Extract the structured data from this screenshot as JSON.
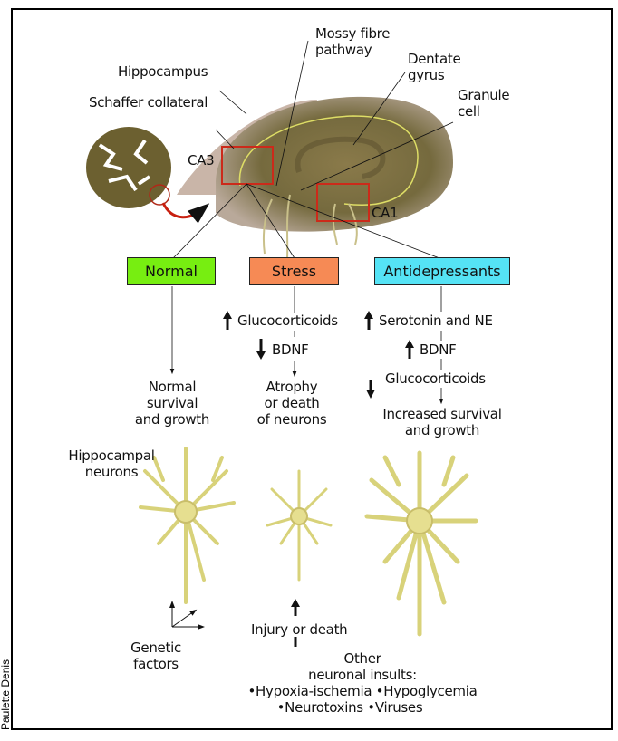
{
  "labels": {
    "mossy": [
      "Mossy fibre",
      "pathway"
    ],
    "dentate": [
      "Dentate",
      "gyrus"
    ],
    "hippocampus": "Hippocampus",
    "schaffer": "Schaffer collateral",
    "granule": [
      "Granule",
      "cell"
    ],
    "ca3": "CA3",
    "ca1": "CA1"
  },
  "boxes": {
    "normal": {
      "label": "Normal",
      "color": "#77ee11"
    },
    "stress": {
      "label": "Stress",
      "color": "#f68a55"
    },
    "antidepressants": {
      "label": "Antidepressants",
      "color": "#55e3f5"
    }
  },
  "stress_steps": {
    "glucocorticoids": "Glucocorticoids",
    "bdnf": "BDNF",
    "outcome": [
      "Atrophy",
      "or death",
      "of neurons"
    ]
  },
  "antidep_steps": {
    "serotonin": "Serotonin and NE",
    "bdnf": "BDNF",
    "glucocorticoids": "Glucocorticoids",
    "outcome": [
      "Increased survival",
      "and growth"
    ]
  },
  "normal_outcome": [
    "Normal",
    "survival",
    "and growth"
  ],
  "neurons_label": [
    "Hippocampal",
    "neurons"
  ],
  "genetic": [
    "Genetic",
    "factors"
  ],
  "injury": "Injury or death",
  "insults": [
    "Other",
    "neuronal insults:",
    "•Hypoxia-ischemia •Hypoglycemia",
    "•Neurotoxins •Viruses"
  ],
  "credit": "Paulette Denis",
  "colors": {
    "frame": "#000000",
    "highlight_box": "#cc2a1a",
    "neuron": "#d8d27a"
  }
}
